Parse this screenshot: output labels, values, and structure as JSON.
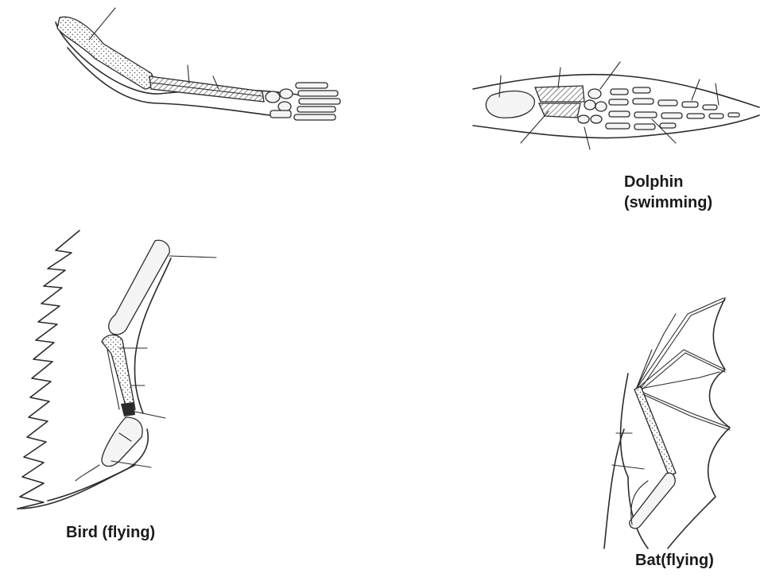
{
  "labels": {
    "dolphin_line1": "Dolphin",
    "dolphin_line2": "(swimming)",
    "bird": "Bird (flying)",
    "bat": "Bat(flying)"
  }
}
